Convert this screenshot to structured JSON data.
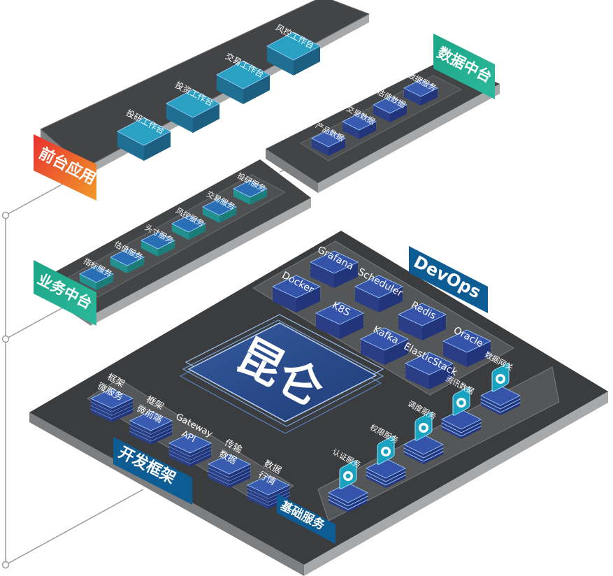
{
  "sections": {
    "frontend_apps": {
      "label": "前台应用",
      "items": [
        "投研工作台",
        "投资工作台",
        "交易工作台",
        "风控工作台"
      ]
    },
    "data_center": {
      "label": "数据中台",
      "items": [
        "产品数据",
        "交易数据",
        "估值数据",
        "数据服务"
      ]
    },
    "business_center": {
      "label": "业务中台",
      "items": [
        "指标服务",
        "估值服务",
        "头寸服务",
        "风控服务",
        "交易服务",
        "投研服务"
      ]
    },
    "core": {
      "label": "昆仑"
    },
    "devops": {
      "label": "DevOps",
      "items": [
        "Grafana",
        "Docker",
        "Scheduler",
        "K8S",
        "Redis",
        "Kafka",
        "Oracle",
        "ElasticStack"
      ]
    },
    "dev_framework": {
      "label": "开发框架",
      "items": [
        {
          "line1": "框架",
          "line2": "微服务"
        },
        {
          "line1": "框架",
          "line2": "微前端"
        },
        {
          "line1": "Gateway",
          "line2": "API"
        },
        {
          "line1": "传输",
          "line2": "数据"
        },
        {
          "line1": "数据",
          "line2": "行情"
        }
      ]
    },
    "base_services": {
      "label": "基础服务",
      "items": [
        "认证服务",
        "权限服务",
        "调度服务",
        "资讯数据",
        "数据网关"
      ]
    }
  },
  "colors": {
    "platform_dark": "#3c3d3f",
    "platform_edge": "#9a9b9d",
    "block_teal": "#2a90b8",
    "block_blue": "#3556a8",
    "tag_orange": "#e8512e",
    "tag_green": "#1aa687",
    "tag_blue": "#0d5c94"
  }
}
